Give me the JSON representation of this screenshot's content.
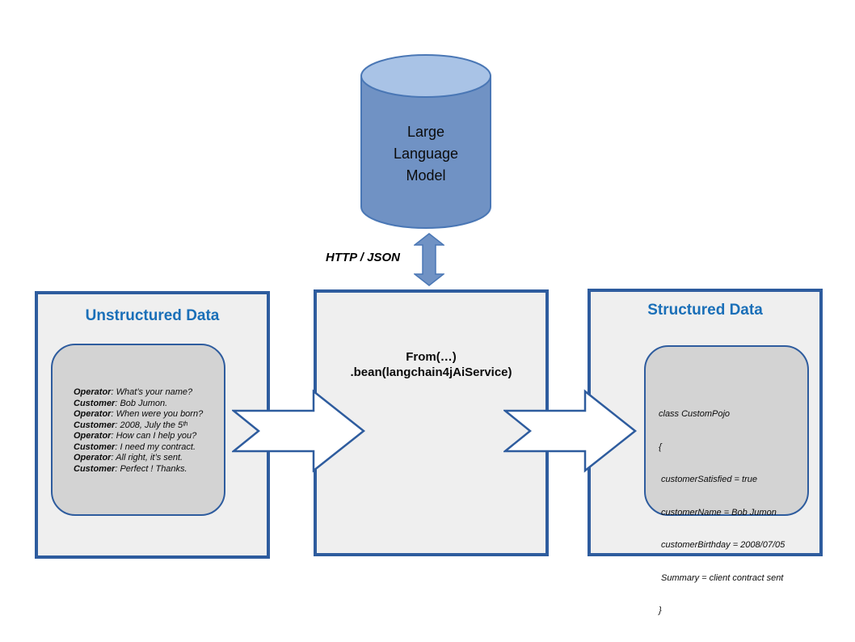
{
  "llm": {
    "label": "Large\nLanguage\nModel"
  },
  "connector": {
    "label": "HTTP / JSON"
  },
  "left_box": {
    "title": "Unstructured Data",
    "conversation": [
      {
        "s": "Operator",
        "t": ": What’s your name?"
      },
      {
        "s": "Customer",
        "t": ": Bob Jumon."
      },
      {
        "s": "Operator",
        "t": ": When were you born?"
      },
      {
        "s": "Customer",
        "t": ": 2008, July the 5ᵗʰ"
      },
      {
        "s": "Operator",
        "t": ": How can I help you?"
      },
      {
        "s": "Customer",
        "t": ": I need my contract."
      },
      {
        "s": "Operator",
        "t": ": All right, it’s sent."
      },
      {
        "s": "Customer",
        "t": ": Perfect ! Thanks."
      }
    ]
  },
  "middle_box": {
    "line1": "From(…)",
    "line2": ".bean(langchain4jAiService)"
  },
  "right_box": {
    "title": "Structured Data",
    "code": [
      "class CustomPojo",
      "{",
      " customerSatisfied = true",
      " customerName = Bob Jumon",
      " customerBirthday = 2008/07/05",
      " Summary = client contract sent",
      "}"
    ]
  },
  "colors": {
    "box_border": "#2e5c9e",
    "box_fill": "#efefef",
    "panel_fill": "#d3d3d3",
    "title_text": "#1a6fb8",
    "cylinder_fill": "#7092c4",
    "cylinder_top_fill": "#a9c3e6",
    "cylinder_border": "#4a77b5",
    "arrow_fill": "#ffffff"
  }
}
